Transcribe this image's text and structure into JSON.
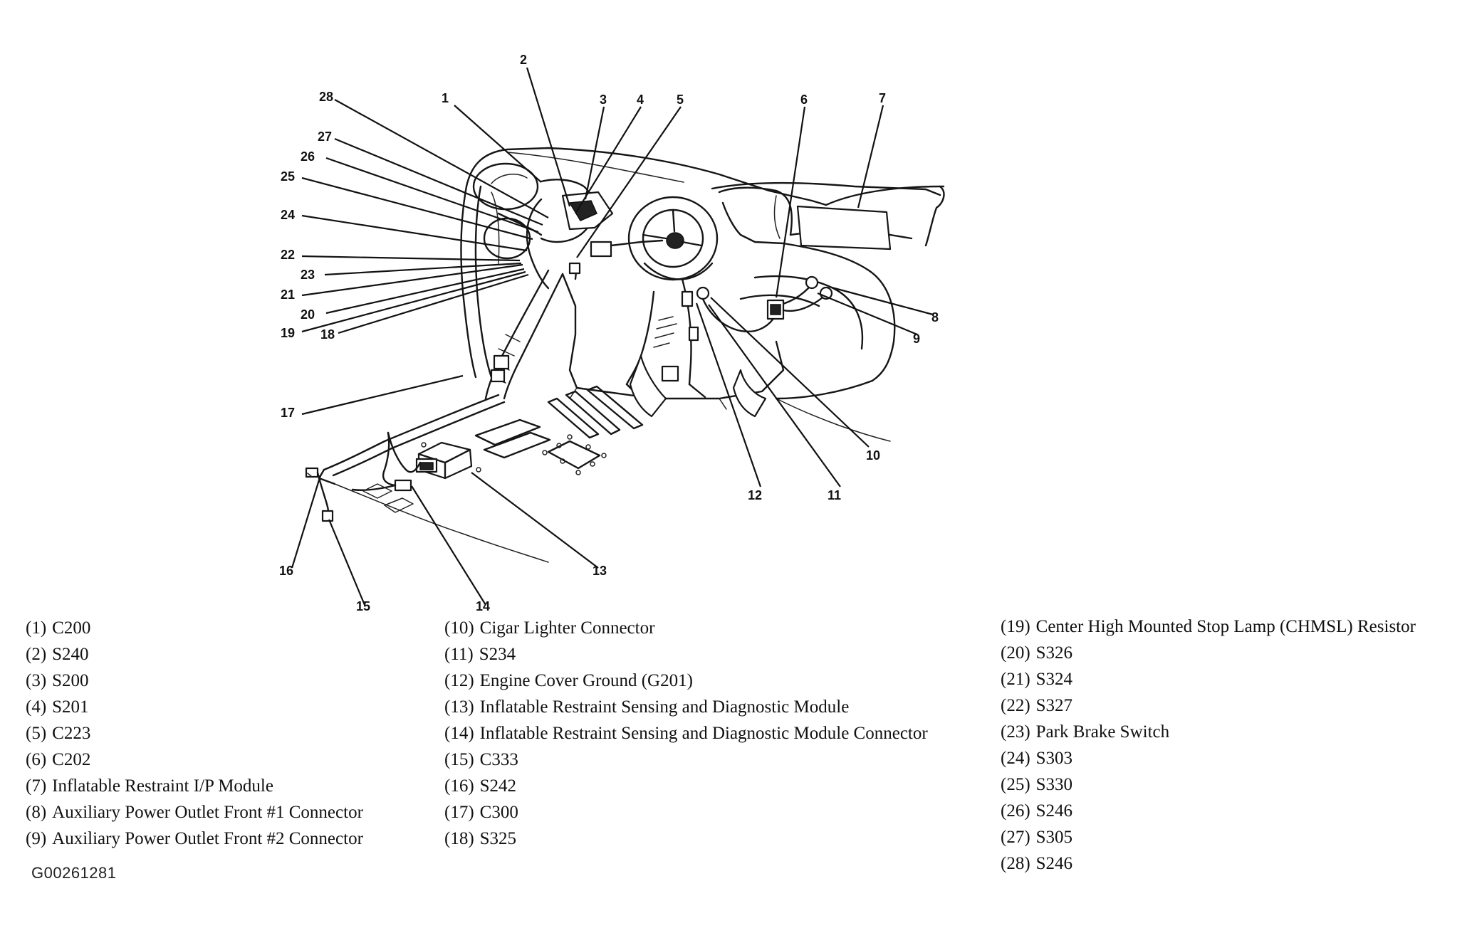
{
  "figure_id": "G00261281",
  "callouts": [
    {
      "num": "1"
    },
    {
      "num": "2"
    },
    {
      "num": "3"
    },
    {
      "num": "4"
    },
    {
      "num": "5"
    },
    {
      "num": "6"
    },
    {
      "num": "7"
    },
    {
      "num": "8"
    },
    {
      "num": "9"
    },
    {
      "num": "10"
    },
    {
      "num": "11"
    },
    {
      "num": "12"
    },
    {
      "num": "13"
    },
    {
      "num": "14"
    },
    {
      "num": "15"
    },
    {
      "num": "16"
    },
    {
      "num": "17"
    },
    {
      "num": "18"
    },
    {
      "num": "19"
    },
    {
      "num": "20"
    },
    {
      "num": "21"
    },
    {
      "num": "22"
    },
    {
      "num": "23"
    },
    {
      "num": "24"
    },
    {
      "num": "25"
    },
    {
      "num": "26"
    },
    {
      "num": "27"
    },
    {
      "num": "28"
    }
  ],
  "legend": [
    {
      "index": "(1)",
      "label": "C200"
    },
    {
      "index": "(2)",
      "label": "S240"
    },
    {
      "index": "(3)",
      "label": "S200"
    },
    {
      "index": "(4)",
      "label": "S201"
    },
    {
      "index": "(5)",
      "label": "C223"
    },
    {
      "index": "(6)",
      "label": "C202"
    },
    {
      "index": "(7)",
      "label": "Inflatable Restraint I/P Module"
    },
    {
      "index": "(8)",
      "label": "Auxiliary Power Outlet Front #1 Connector"
    },
    {
      "index": "(9)",
      "label": "Auxiliary Power Outlet Front #2 Connector"
    },
    {
      "index": "(10)",
      "label": "Cigar Lighter Connector"
    },
    {
      "index": "(11)",
      "label": "S234"
    },
    {
      "index": "(12)",
      "label": "Engine Cover Ground (G201)"
    },
    {
      "index": "(13)",
      "label": "Inflatable Restraint Sensing and Diagnostic Module"
    },
    {
      "index": "(14)",
      "label": "Inflatable Restraint Sensing and Diagnostic Module Connector"
    },
    {
      "index": "(15)",
      "label": "C333"
    },
    {
      "index": "(16)",
      "label": "S242"
    },
    {
      "index": "(17)",
      "label": "C300"
    },
    {
      "index": "(18)",
      "label": "S325"
    },
    {
      "index": "(19)",
      "label": "Center High Mounted Stop Lamp (CHMSL) Resistor"
    },
    {
      "index": "(20)",
      "label": "S326"
    },
    {
      "index": "(21)",
      "label": "S324"
    },
    {
      "index": "(22)",
      "label": "S327"
    },
    {
      "index": "(23)",
      "label": "Park Brake Switch"
    },
    {
      "index": "(24)",
      "label": "S303"
    },
    {
      "index": "(25)",
      "label": "S330"
    },
    {
      "index": "(26)",
      "label": "S246"
    },
    {
      "index": "(27)",
      "label": "S305"
    },
    {
      "index": "(28)",
      "label": "S246"
    }
  ]
}
